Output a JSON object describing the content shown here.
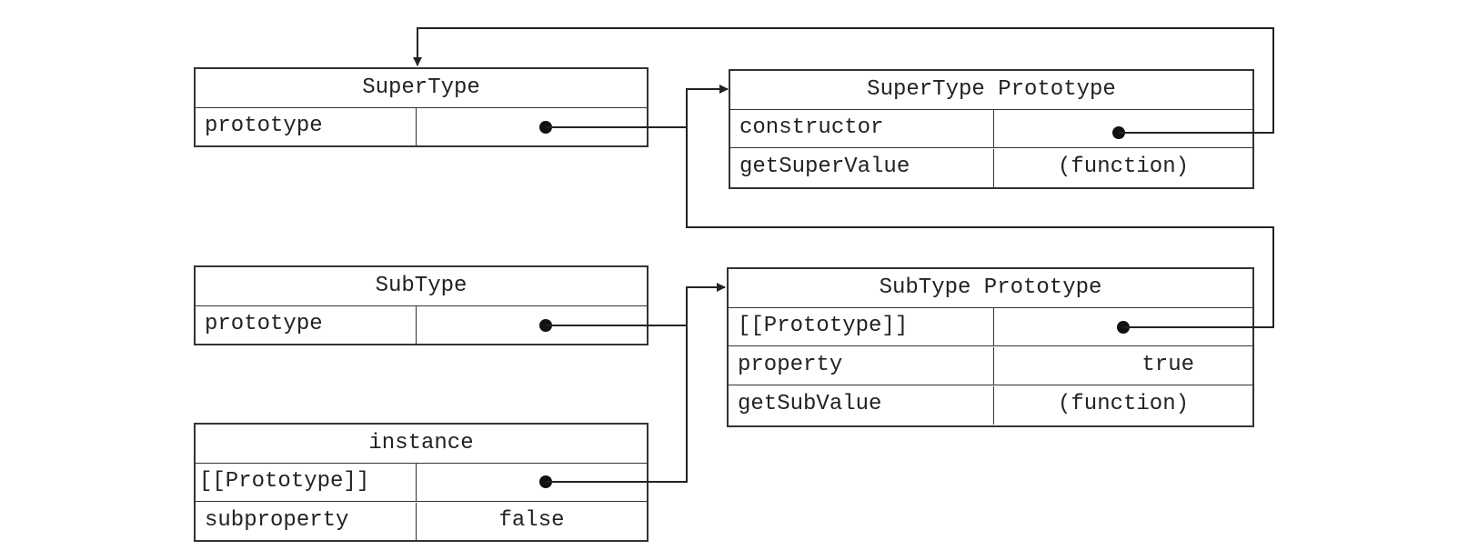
{
  "tables": {
    "supertype": {
      "title": "SuperType",
      "rows": [
        {
          "key": "prototype",
          "value": ""
        }
      ]
    },
    "supertype_prototype": {
      "title": "SuperType Prototype",
      "rows": [
        {
          "key": "constructor",
          "value": ""
        },
        {
          "key": "getSuperValue",
          "value": "(function)"
        }
      ]
    },
    "subtype": {
      "title": "SubType",
      "rows": [
        {
          "key": "prototype",
          "value": ""
        }
      ]
    },
    "subtype_prototype": {
      "title": "SubType Prototype",
      "rows": [
        {
          "key": "[[Prototype]]",
          "value": ""
        },
        {
          "key": "property",
          "value": "true"
        },
        {
          "key": "getSubValue",
          "value": "(function)"
        }
      ]
    },
    "instance": {
      "title": "instance",
      "rows": [
        {
          "key": "[[Prototype]]",
          "value": ""
        },
        {
          "key": "subproperty",
          "value": "false"
        }
      ]
    }
  },
  "colors": {
    "line": "#222222",
    "border": "#333333",
    "text": "#222222"
  }
}
